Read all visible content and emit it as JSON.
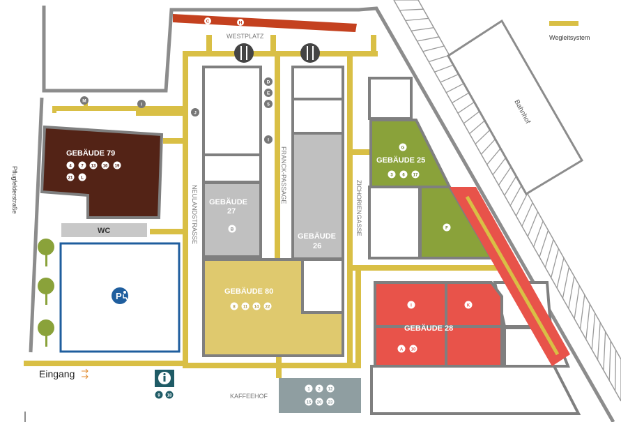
{
  "legend": {
    "label": "Wegleitsystem",
    "color": "#d9bf45"
  },
  "streets": {
    "pfluegerfelder": "Pflugfelderstraße",
    "neulandstrasse": "NEULANDSTRASSE",
    "franck_passage": "FRANCK-PASSAGE",
    "zichoriengasse": "ZICHORIENGASSE",
    "westplatz": "WESTPLATZ",
    "kaffeehof": "KAFFEEHOF",
    "bahnhof": "Bahnhof"
  },
  "buildings": {
    "b79": {
      "name": "GEBÄUDE 79",
      "color": "#532316",
      "markers": [
        "4",
        "7",
        "13",
        "16",
        "19",
        "21",
        "L"
      ]
    },
    "b27": {
      "name_line1": "GEBÄUDE",
      "name_line2": "27",
      "color": "#c0c0c0",
      "markers": [
        "B"
      ]
    },
    "b26": {
      "name_line1": "GEBÄUDE",
      "name_line2": "26",
      "color": "#c0c0c0"
    },
    "b80": {
      "name": "GEBÄUDE 80",
      "color": "#dfc96e",
      "markers": [
        "8",
        "11",
        "14",
        "22"
      ]
    },
    "b25": {
      "name": "GEBÄUDE 25",
      "color": "#8aa23a",
      "markers": [
        "G",
        "3",
        "6",
        "17",
        "F"
      ]
    },
    "b28": {
      "name": "GEBÄUDE 28",
      "color": "#e8534a",
      "markers": [
        "I",
        "K",
        "A",
        "10"
      ]
    }
  },
  "wc_label": "WC",
  "entrance_label": "Eingang",
  "info_markers": [
    "9",
    "18"
  ],
  "kaffeehof_markers": [
    "1",
    "2",
    "12",
    "15",
    "20",
    "23"
  ],
  "path_markers": [
    "C",
    "H",
    "M",
    "I",
    "J",
    "D",
    "E",
    "5",
    "I"
  ],
  "icons": {
    "parking": "accessible-parking-icon",
    "info": "info-icon",
    "restaurant": "restaurant-icon",
    "arrow": "arrow-right-icon"
  },
  "colors": {
    "path": "#d9bf45",
    "outline": "#7f7f7f",
    "parking_border": "#1f5e9e",
    "info_box": "#1f5b66",
    "kaffeehof_box": "#8f9ea1",
    "westplatz_bar": "#c4411f",
    "tree": "#8aa23a"
  }
}
